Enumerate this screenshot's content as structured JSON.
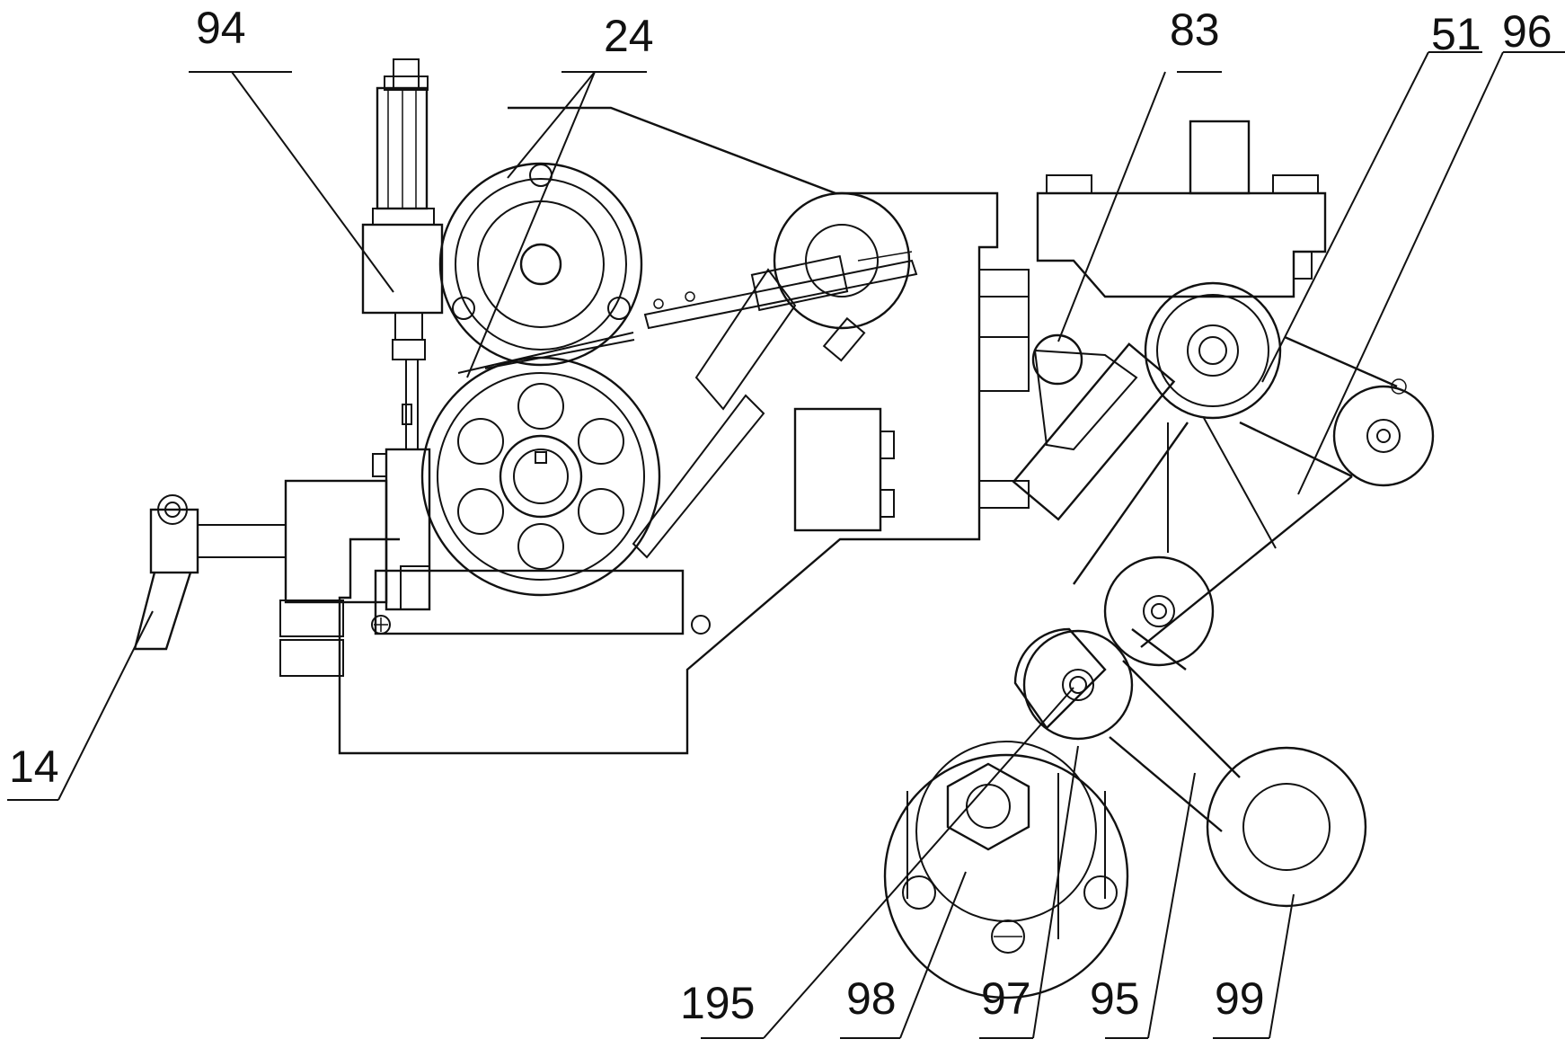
{
  "figure": {
    "labels": {
      "l94": "94",
      "l24": "24",
      "l83": "83",
      "l51": "51",
      "l96": "96",
      "l14": "14",
      "l195": "195",
      "l98": "98",
      "l97": "97",
      "l95": "95",
      "l99": "99"
    }
  }
}
